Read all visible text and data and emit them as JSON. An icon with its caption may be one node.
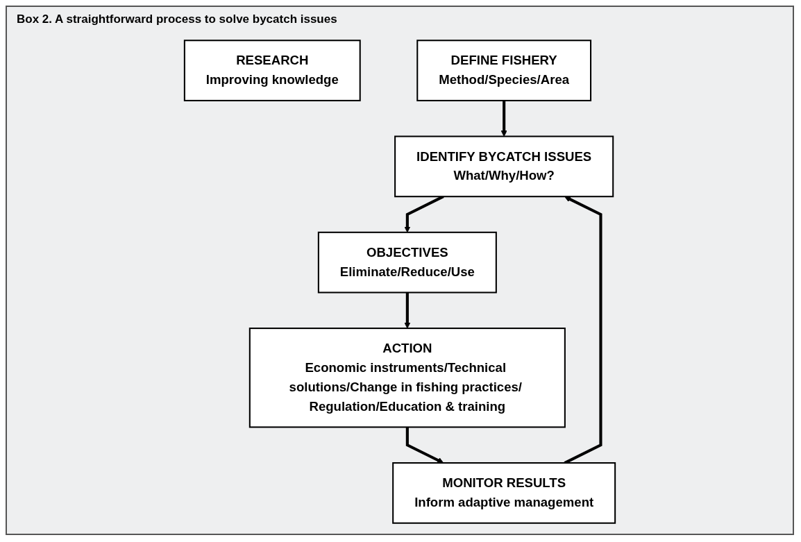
{
  "diagram": {
    "title": "Box 2. A straightforward process to solve bycatch issues",
    "nodes": [
      {
        "text": [
          "RESEARCH",
          "Improving knowledge"
        ]
      },
      {
        "text": [
          "DEFINE FISHERY",
          "Method/Species/Area"
        ]
      },
      {
        "text": [
          "IDENTIFY BYCATCH ISSUES",
          "What/Why/How?"
        ]
      },
      {
        "text": [
          "OBJECTIVES",
          "Eliminate/Reduce/Use"
        ]
      },
      {
        "text": [
          "ACTION",
          "Economic instruments/Technical solutions/Change in fishing practices/ Regulation/Education & training"
        ]
      },
      {
        "text": [
          "MONITOR RESULTS",
          "Inform adaptive management"
        ]
      }
    ],
    "edges": [
      {
        "from": 1,
        "to": 2,
        "arrow": "to"
      },
      {
        "from": 2,
        "to": 3,
        "arrow": "to"
      },
      {
        "from": 3,
        "to": 4,
        "arrow": "to"
      },
      {
        "from": 4,
        "to": 5,
        "arrow": "to"
      },
      {
        "from": 5,
        "to": 2,
        "arrow": "to"
      }
    ]
  }
}
